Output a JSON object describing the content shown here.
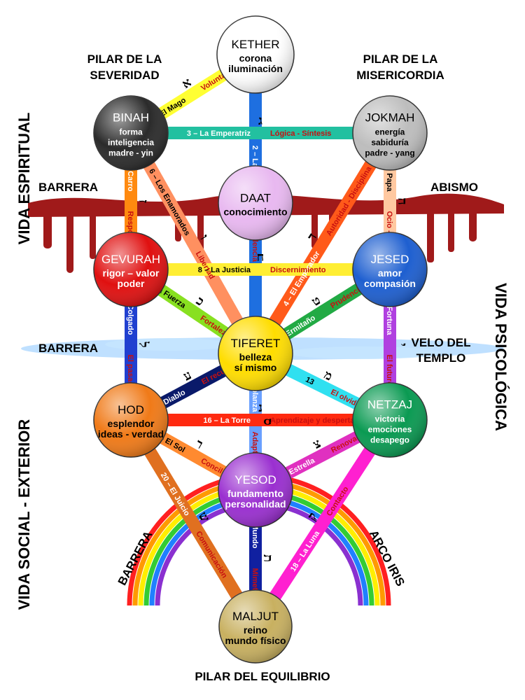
{
  "headers": {
    "pilar_severidad": [
      "PILAR DE LA",
      "SEVERIDAD"
    ],
    "pilar_misericordia": [
      "PILAR DE LA",
      "MISERICORDIA"
    ],
    "pilar_equilibrio": "PILAR DEL EQUILIBRIO"
  },
  "side_labels": {
    "vida_espiritual": "VIDA ESPIRITUAL",
    "vida_social": "VIDA SOCIAL - EXTERIOR",
    "vida_psicologica": "VIDA PSICOLÓGICA"
  },
  "region_labels": {
    "barrera_top": "BARRERA",
    "abismo": "ABISMO",
    "barrera_mid": "BARRERA",
    "velo": [
      "VELO DEL",
      "TEMPLO"
    ],
    "barrera_bottom": "BARRERA",
    "arco_iris": "ARCO IRIS"
  },
  "sefirot": [
    {
      "id": "kether",
      "name": "KETHER",
      "lines": [
        "corona",
        "iluminación"
      ],
      "color": "#ffffff",
      "text_color": "#000000"
    },
    {
      "id": "binah",
      "name": "BINAH",
      "lines": [
        "forma",
        "inteligencia",
        "madre - yin"
      ],
      "color": "#2b2b2b",
      "text_color": "#ffffff"
    },
    {
      "id": "jokmah",
      "name": "JOKMAH",
      "lines": [
        "energía",
        "sabiduría",
        "padre - yang"
      ],
      "color": "#bdbdbd",
      "text_color": "#000000"
    },
    {
      "id": "daat",
      "name": "DAAT",
      "lines": [
        "conocimiento"
      ],
      "color": "#e8b8f0",
      "text_color": "#000000"
    },
    {
      "id": "gevurah",
      "name": "GEVURAH",
      "lines": [
        "rigor – valor",
        "poder"
      ],
      "color": "#e01010",
      "text_color": "#ffffff"
    },
    {
      "id": "jesed",
      "name": "JESED",
      "lines": [
        "amor",
        "compasión"
      ],
      "color": "#1e5fd0",
      "text_color": "#ffffff"
    },
    {
      "id": "tiferet",
      "name": "TIFERET",
      "lines": [
        "belleza",
        "sí mismo"
      ],
      "color": "#ffdd00",
      "text_color": "#000000"
    },
    {
      "id": "hod",
      "name": "HOD",
      "lines": [
        "esplendor",
        "ideas - verdad"
      ],
      "color": "#f07a18",
      "text_color": "#000000"
    },
    {
      "id": "netzaj",
      "name": "NETZAJ",
      "lines": [
        "victoria",
        "emociones",
        "desapego"
      ],
      "color": "#0a9a52",
      "text_color": "#ffffff"
    },
    {
      "id": "yesod",
      "name": "YESOD",
      "lines": [
        "fundamento",
        "personalidad"
      ],
      "color": "#9a2fd0",
      "text_color": "#ffffff"
    },
    {
      "id": "maljut",
      "name": "MALJUT",
      "lines": [
        "reino",
        "mundo físico"
      ],
      "color": "#c8b060",
      "text_color": "#000000"
    }
  ],
  "paths": [
    {
      "id": "p1",
      "from": "kether",
      "to": "binah",
      "color": "#ffff33",
      "number_label": "1 – El Mago",
      "quality": "Voluntad",
      "letter": "א"
    },
    {
      "id": "p2",
      "from": "kether",
      "to": "tiferet",
      "color": "#1e6fe0",
      "number_label": "2 – La Papisa",
      "quality": "Clarividencia",
      "letter": "ב"
    },
    {
      "id": "p3",
      "from": "binah",
      "to": "jokmah",
      "color": "#22c0a0",
      "number_label": "3 – La Emperatriz",
      "quality": "Lógica - Síntesis",
      "letter": "ג"
    },
    {
      "id": "p4",
      "from": "jokmah",
      "to": "tiferet",
      "color": "#ff5a1a",
      "number_label": "4 – El Emperador",
      "quality": "Autoridad - Disciplina",
      "letter": "ד"
    },
    {
      "id": "p5",
      "from": "jokmah",
      "to": "jesed",
      "color": "#ffc8a0",
      "number_label": "5 – El Papa",
      "quality": "Ocio - Juegos",
      "letter": "ה"
    },
    {
      "id": "p6",
      "from": "binah",
      "to": "tiferet",
      "color": "#ff9060",
      "number_label": "6 – Los Enamorados",
      "quality": "Libertad",
      "letter": "ו"
    },
    {
      "id": "p7",
      "from": "binah",
      "to": "gevurah",
      "color": "#ff8a10",
      "number_label": "7 – El Carro",
      "quality": "Responsabilidad",
      "letter": "ז"
    },
    {
      "id": "p8",
      "from": "gevurah",
      "to": "jesed",
      "color": "#ffee33",
      "number_label": "8 – La Justicia",
      "quality": "Discernimiento",
      "letter": "ח"
    },
    {
      "id": "p9",
      "from": "jesed",
      "to": "tiferet",
      "color": "#22aa44",
      "number_label": "9 – El Ermitaño",
      "quality": "Prudencia",
      "letter": "ט"
    },
    {
      "id": "p10",
      "from": "jesed",
      "to": "netzaj",
      "color": "#b040e0",
      "number_label": "10 – Rueda de la Fortuna",
      "quality": "El futuro",
      "letter": "י"
    },
    {
      "id": "p11",
      "from": "gevurah",
      "to": "tiferet",
      "color": "#88e020",
      "number_label": "11 – La Fuerza",
      "quality": "Fortaleza",
      "letter": "כ"
    },
    {
      "id": "p12",
      "from": "gevurah",
      "to": "hod",
      "color": "#2040d0",
      "number_label": "12 – El Colgado",
      "quality": "El pasado",
      "letter": "ל"
    },
    {
      "id": "p13",
      "from": "tiferet",
      "to": "netzaj",
      "color": "#30e0f0",
      "number_label": "13",
      "quality": "El olvido",
      "letter": "מ"
    },
    {
      "id": "p14",
      "from": "tiferet",
      "to": "yesod",
      "color": "#6aa0ff",
      "number_label": "14 – Templanza",
      "quality": "Adaptación",
      "letter": "ס"
    },
    {
      "id": "p15",
      "from": "tiferet",
      "to": "hod",
      "color": "#0a1a6a",
      "number_label": "15 – El Diablo",
      "quality": "El recuerdo",
      "letter": "ע"
    },
    {
      "id": "p16",
      "from": "hod",
      "to": "netzaj",
      "color": "#ff2a10",
      "number_label": "16 – La Torre",
      "quality": "Aprendizaje y despertar",
      "letter": "נ"
    },
    {
      "id": "p17",
      "from": "netzaj",
      "to": "yesod",
      "color": "#e030c0",
      "number_label": "17 – La Estrella",
      "quality": "Renovación",
      "letter": "צ"
    },
    {
      "id": "p18",
      "from": "netzaj",
      "to": "maljut",
      "color": "#ff20d0",
      "number_label": "18 – La Luna",
      "quality": "Contacto",
      "letter": "ק"
    },
    {
      "id": "p19",
      "from": "hod",
      "to": "yesod",
      "color": "#ff8a30",
      "number_label": "19 – El Sol",
      "quality": "Conciliación",
      "letter": "ר"
    },
    {
      "id": "p20",
      "from": "hod",
      "to": "maljut",
      "color": "#e07020",
      "number_label": "20 – El Juicio",
      "quality": "Comunicación",
      "letter": "ש"
    },
    {
      "id": "p21",
      "from": "yesod",
      "to": "maljut",
      "color": "#1020a0",
      "number_label": "21 – El Mundo",
      "quality": "Mimetismo",
      "letter": "ת"
    }
  ]
}
